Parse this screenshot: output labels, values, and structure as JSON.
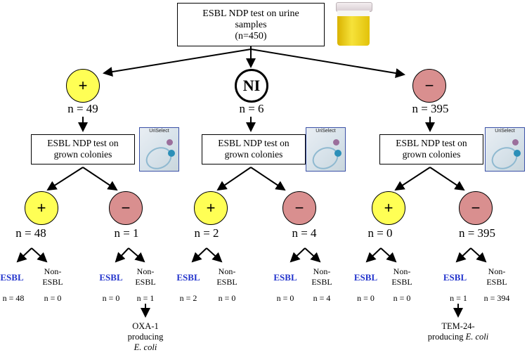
{
  "top": {
    "title_line1": "ESBL NDP test  on urine",
    "title_line2": "samples",
    "title_line3": "(n=450)"
  },
  "level1": [
    {
      "sign": "+",
      "count": "n = 49"
    },
    {
      "sign": "NI",
      "count": "n = 6"
    },
    {
      "sign": "−",
      "count": "n = 395"
    }
  ],
  "colony_test": {
    "line1": "ESBL NDP test on",
    "line2": "grown colonies"
  },
  "plate_label": "UriSelect",
  "level2": [
    {
      "sign": "+",
      "count": "n = 48"
    },
    {
      "sign": "−",
      "count": "n = 1"
    },
    {
      "sign": "+",
      "count": "n = 2"
    },
    {
      "sign": "−",
      "count": "n = 4"
    },
    {
      "sign": "+",
      "count": "n = 0"
    },
    {
      "sign": "−",
      "count": "n = 395"
    }
  ],
  "esbl_label": "ESBL",
  "non_esbl_line1": "Non-",
  "non_esbl_line2": "ESBL",
  "leaves": [
    {
      "esbl_n": "n = 48",
      "non_n": "n = 0"
    },
    {
      "esbl_n": "n = 0",
      "non_n": "n = 1"
    },
    {
      "esbl_n": "n = 2",
      "non_n": "n = 0"
    },
    {
      "esbl_n": "n = 0",
      "non_n": "n = 4"
    },
    {
      "esbl_n": "n = 0",
      "non_n": "n = 0"
    },
    {
      "esbl_n": "n = 1",
      "non_n": "n = 394"
    }
  ],
  "note_oxa": {
    "line1": "OXA-1",
    "line2": "producing",
    "line3": "E. coli"
  },
  "note_tem": {
    "line1": "TEM-24-",
    "line2": "producing",
    "line3": "E. coli"
  }
}
